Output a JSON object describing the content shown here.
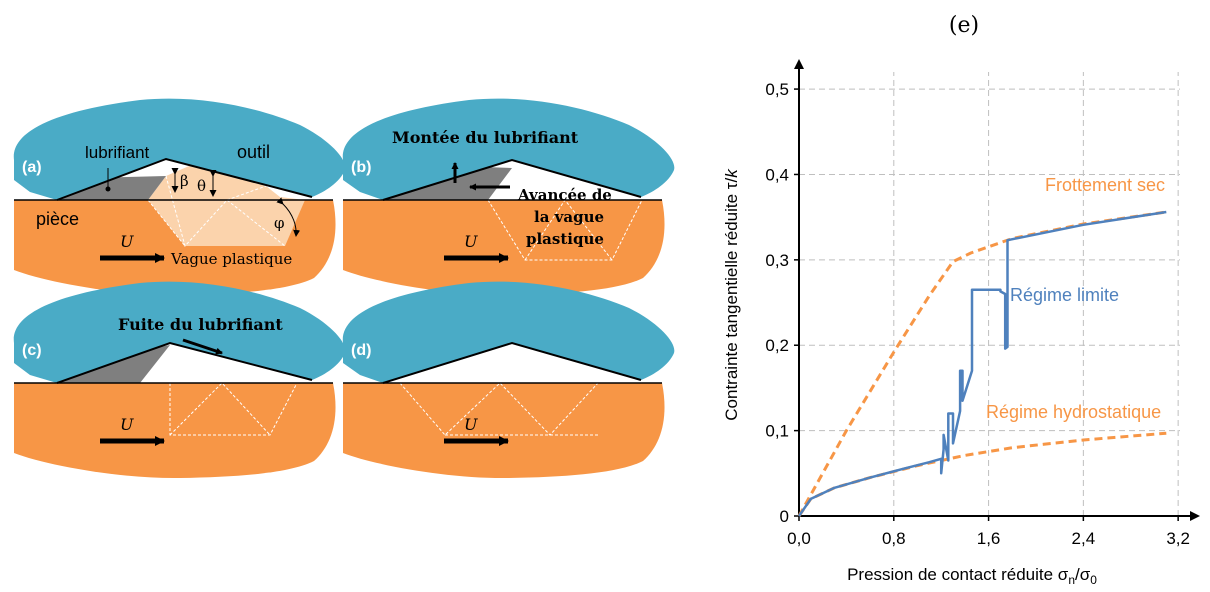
{
  "colors": {
    "tool": "#4aabc6",
    "workpiece": "#f79646",
    "plastic_zone": "#fbd3ac",
    "lubricant": "#7f7f7f",
    "dry_friction": "#f79646",
    "boundary": "#4f81bd",
    "grid": "#bfbfbf",
    "ink": "#000000"
  },
  "panels": {
    "a": {
      "label": "(a)",
      "lubricant": "lubrifiant",
      "tool": "outil",
      "workpiece": "pièce",
      "velocity": "U",
      "wave": "Vague plastique",
      "beta": "β",
      "theta": "θ",
      "phi": "φ"
    },
    "b": {
      "label": "(b)",
      "lubricant_rise": "Montée du lubrifiant",
      "advance_1": "Avancée de",
      "advance_2": "la vague",
      "advance_3": "plastique",
      "velocity": "U"
    },
    "c": {
      "label": "(c)",
      "leak": "Fuite du lubrifiant",
      "velocity": "U"
    },
    "d": {
      "label": "(d)",
      "velocity": "U"
    }
  },
  "chart_data": {
    "type": "line",
    "title": "(e)",
    "xlabel_main": "Pression de contact réduite σ",
    "xlabel_sub1": "n",
    "xlabel_sep": "/σ",
    "xlabel_sub2": "0",
    "ylabel": "Contrainte tangentielle réduite τ/",
    "ylabel_italic": "k",
    "xlim": [
      0,
      3.3
    ],
    "ylim": [
      0,
      0.52
    ],
    "x_ticks": [
      {
        "value": 0,
        "label": "0,0"
      },
      {
        "value": 0.8,
        "label": "0,8"
      },
      {
        "value": 1.6,
        "label": "1,6"
      },
      {
        "value": 2.4,
        "label": "2,4"
      },
      {
        "value": 3.2,
        "label": "3,2"
      }
    ],
    "y_ticks": [
      {
        "value": 0,
        "label": "0"
      },
      {
        "value": 0.1,
        "label": "0,1"
      },
      {
        "value": 0.2,
        "label": "0,2"
      },
      {
        "value": 0.3,
        "label": "0,3"
      },
      {
        "value": 0.4,
        "label": "0,4"
      },
      {
        "value": 0.5,
        "label": "0,5"
      }
    ],
    "grid": true,
    "series": [
      {
        "name": "Frottement sec",
        "style": "dashed",
        "x": [
          0,
          0.4,
          0.8,
          1.1,
          1.3,
          1.45,
          1.8,
          2.4,
          3.1
        ],
        "y": [
          0,
          0.1,
          0.192,
          0.258,
          0.298,
          0.308,
          0.325,
          0.342,
          0.356
        ]
      },
      {
        "name": "Régime hydrostatique",
        "style": "dashed",
        "x": [
          0,
          0.1,
          0.3,
          0.6,
          1.0,
          1.4,
          1.8,
          2.4,
          3.1
        ],
        "y": [
          0,
          0.02,
          0.033,
          0.045,
          0.059,
          0.071,
          0.08,
          0.089,
          0.097
        ]
      },
      {
        "name": "Régime limite",
        "style": "solid",
        "x": [
          0,
          0.1,
          0.3,
          0.6,
          0.9,
          1.1,
          1.2,
          1.2,
          1.22,
          1.22,
          1.26,
          1.26,
          1.3,
          1.3,
          1.36,
          1.36,
          1.38,
          1.38,
          1.46,
          1.46,
          1.5,
          1.5,
          1.52,
          1.52,
          1.7,
          1.7,
          1.74,
          1.74,
          1.76,
          1.76,
          2.4,
          3.1
        ],
        "y": [
          0,
          0.02,
          0.033,
          0.045,
          0.056,
          0.063,
          0.067,
          0.05,
          0.078,
          0.095,
          0.065,
          0.12,
          0.12,
          0.085,
          0.123,
          0.17,
          0.17,
          0.135,
          0.17,
          0.265,
          0.265,
          0.265,
          0.265,
          0.265,
          0.265,
          0.263,
          0.26,
          0.196,
          0.198,
          0.323,
          0.341,
          0.356
        ]
      }
    ]
  }
}
